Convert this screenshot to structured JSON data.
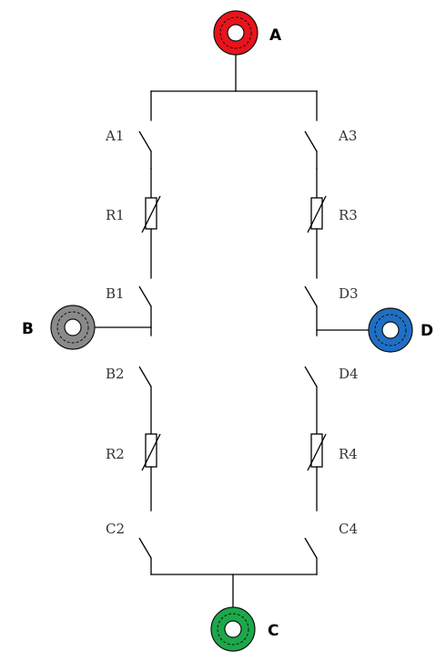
{
  "terminals": {
    "A": {
      "label": "A",
      "color": "#e8141c"
    },
    "B": {
      "label": "B",
      "color": "#8a8a8a"
    },
    "C": {
      "label": "C",
      "color": "#1ca84a"
    },
    "D": {
      "label": "D",
      "color": "#1f6fc4"
    }
  },
  "components": {
    "A1": "A1",
    "A3": "A3",
    "R1": "R1",
    "R3": "R3",
    "B1": "B1",
    "D3": "D3",
    "B2": "B2",
    "D4": "D4",
    "R2": "R2",
    "R4": "R4",
    "C2": "C2",
    "C4": "C4"
  }
}
